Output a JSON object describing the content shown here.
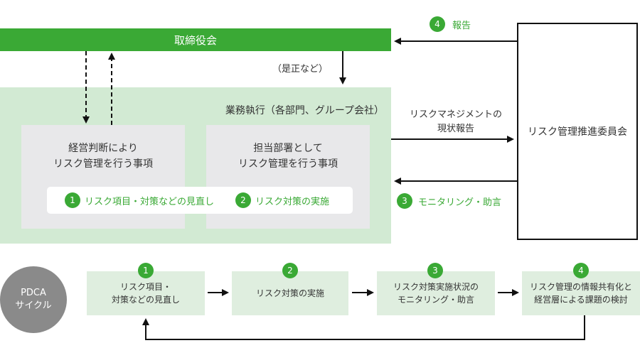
{
  "board": {
    "label": "取締役会"
  },
  "correction_label": "（是正など）",
  "execution": {
    "title": "業務執行（各部門、グループ会社）"
  },
  "left_box": {
    "line1": "経営判断により",
    "line2": "リスク管理を行う事項"
  },
  "right_box": {
    "line1": "担当部署として",
    "line2": "リスク管理を行う事項"
  },
  "pill": {
    "item1": {
      "num": "1",
      "text": "リスク項目・対策などの見直し"
    },
    "item2": {
      "num": "2",
      "text": "リスク対策の実施"
    }
  },
  "report4": {
    "num": "4",
    "text": "報告"
  },
  "status_report": {
    "line1": "リスクマネジメントの",
    "line2": "現状報告"
  },
  "monitoring3": {
    "num": "3",
    "text": "モニタリング・助言"
  },
  "committee": {
    "label": "リスク管理推進委員会"
  },
  "pdca": {
    "line1": "PDCA",
    "line2": "サイクル"
  },
  "steps": [
    {
      "num": "1",
      "line1": "リスク項目・",
      "line2": "対策などの見直し"
    },
    {
      "num": "2",
      "line1": "リスク対策の実施",
      "line2": ""
    },
    {
      "num": "3",
      "line1": "リスク対策実施状況の",
      "line2": "モニタリング・助言"
    },
    {
      "num": "4",
      "line1": "リスク管理の情報共有化と",
      "line2": "経営層による課題の検討"
    }
  ],
  "colors": {
    "green": "#3aa935",
    "light_green": "#d2ead3",
    "step_bg": "#dfeedf",
    "gray_box": "#e8e8ea",
    "pdca_gray": "#8a8a8a"
  }
}
